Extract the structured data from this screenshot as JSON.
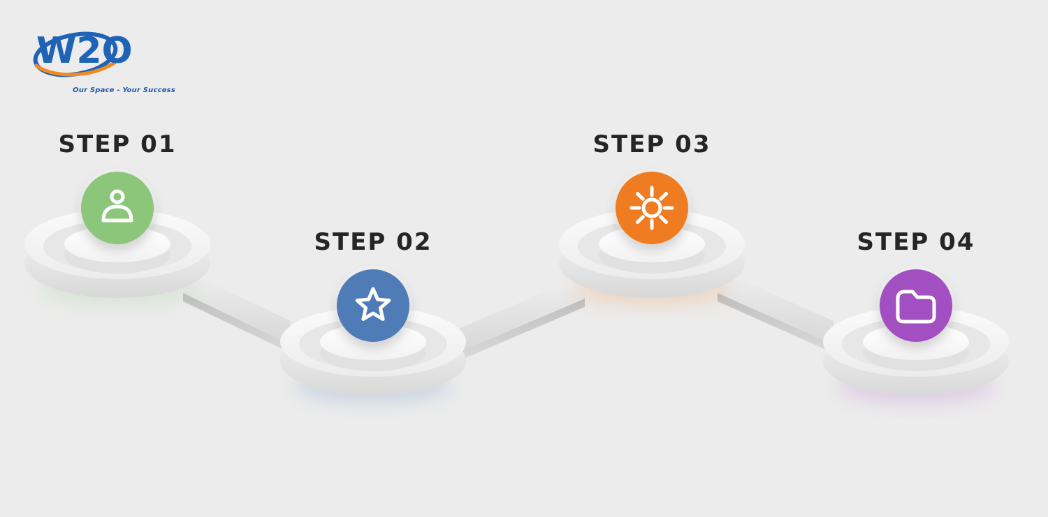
{
  "logo": {
    "text": "W2O",
    "tagline": "Our Space - Your Success",
    "colors": {
      "primary": "#1e63b6",
      "accent": "#f08a24"
    }
  },
  "steps": [
    {
      "label": "STEP 01",
      "icon": "person-icon",
      "color": "#8bc67a"
    },
    {
      "label": "STEP 02",
      "icon": "star-icon",
      "color": "#4f7cb7"
    },
    {
      "label": "STEP 03",
      "icon": "gear-icon",
      "color": "#f07b22"
    },
    {
      "label": "STEP 04",
      "icon": "folder-icon",
      "color": "#a14fc1"
    }
  ]
}
